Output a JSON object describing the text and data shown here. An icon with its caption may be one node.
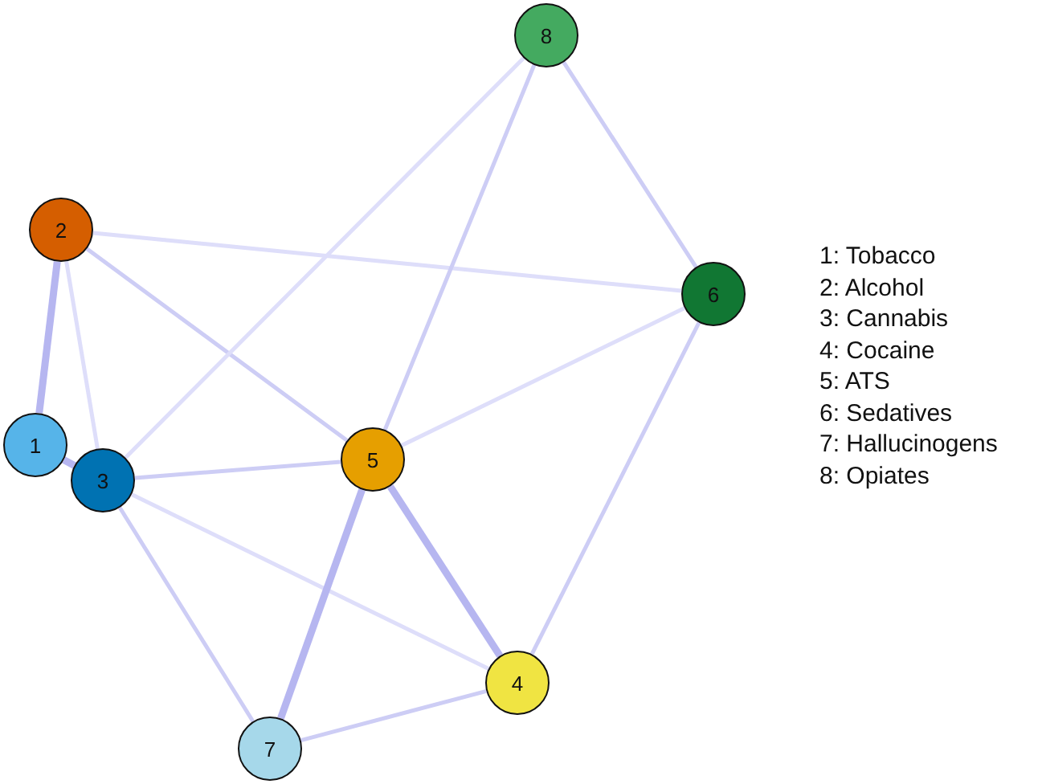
{
  "diagram": {
    "nodes": [
      {
        "text": [
          "1"
        ]
      },
      {
        "text": [
          "2"
        ]
      },
      {
        "text": [
          "3"
        ]
      },
      {
        "text": [
          "4"
        ]
      },
      {
        "text": [
          "5"
        ]
      },
      {
        "text": [
          "6"
        ]
      },
      {
        "text": [
          "7"
        ]
      },
      {
        "text": [
          "8"
        ]
      }
    ],
    "edges": [
      {
        "from": 0,
        "to": 1,
        "arrow": "none",
        "style": "thick"
      },
      {
        "from": 0,
        "to": 2,
        "arrow": "none",
        "style": "thick"
      },
      {
        "from": 1,
        "to": 2,
        "arrow": "none",
        "color": "#dedefa"
      },
      {
        "from": 1,
        "to": 4,
        "arrow": "none"
      },
      {
        "from": 1,
        "to": 5,
        "arrow": "none",
        "color": "#dedefa"
      },
      {
        "from": 2,
        "to": 7,
        "arrow": "none",
        "color": "#dedefa"
      },
      {
        "from": 2,
        "to": 4,
        "arrow": "none"
      },
      {
        "from": 2,
        "to": 3,
        "arrow": "none",
        "color": "#dedefa"
      },
      {
        "from": 2,
        "to": 6,
        "arrow": "none"
      },
      {
        "from": 4,
        "to": 7,
        "arrow": "none"
      },
      {
        "from": 4,
        "to": 5,
        "arrow": "none",
        "color": "#dedefa"
      },
      {
        "from": 4,
        "to": 6,
        "arrow": "none",
        "style": "thick"
      },
      {
        "from": 4,
        "to": 3,
        "arrow": "none",
        "style": "thick"
      },
      {
        "from": 7,
        "to": 5,
        "arrow": "none"
      },
      {
        "from": 5,
        "to": 3,
        "arrow": "none"
      },
      {
        "from": 6,
        "to": 3,
        "arrow": "none"
      }
    ],
    "labels": [
      "1: Tobacco",
      "2: Alcohol",
      "3: Cannabis",
      "4: Cocaine",
      "5: ATS",
      "6: Sedatives",
      "7: Hallucinogens",
      "8: Opiates"
    ]
  }
}
